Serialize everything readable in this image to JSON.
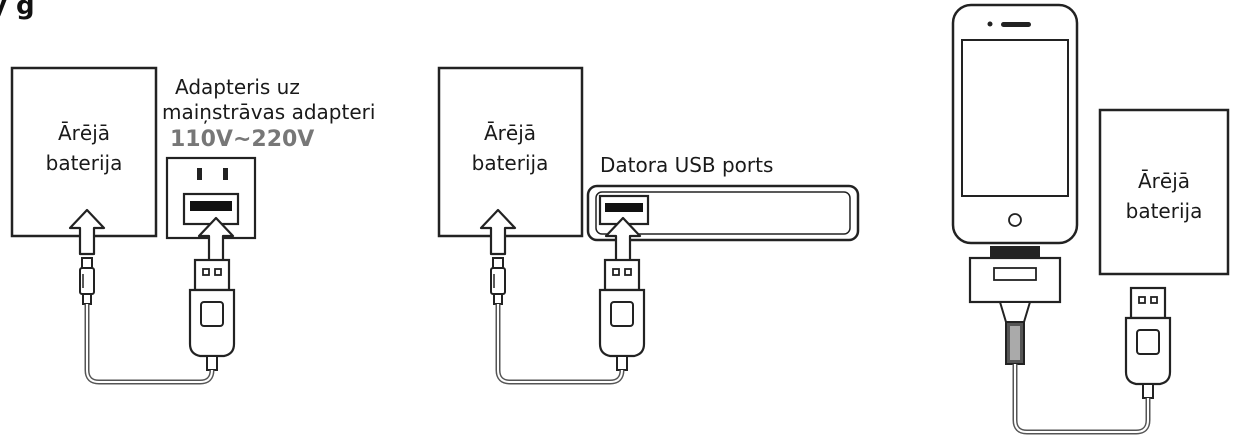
{
  "title_fragment": "y        g",
  "panel1": {
    "battery_line1": "Ārējā",
    "battery_line2": "baterija",
    "adapter_line1": "Adapteris uz",
    "adapter_line2": "maiņstrāvas adapteri",
    "voltage": "110V~220V"
  },
  "panel2": {
    "battery_line1": "Ārējā",
    "battery_line2": "baterija",
    "usb_label": "Datora USB ports"
  },
  "panel3": {
    "battery_line1": "Ārējā",
    "battery_line2": "baterija"
  }
}
